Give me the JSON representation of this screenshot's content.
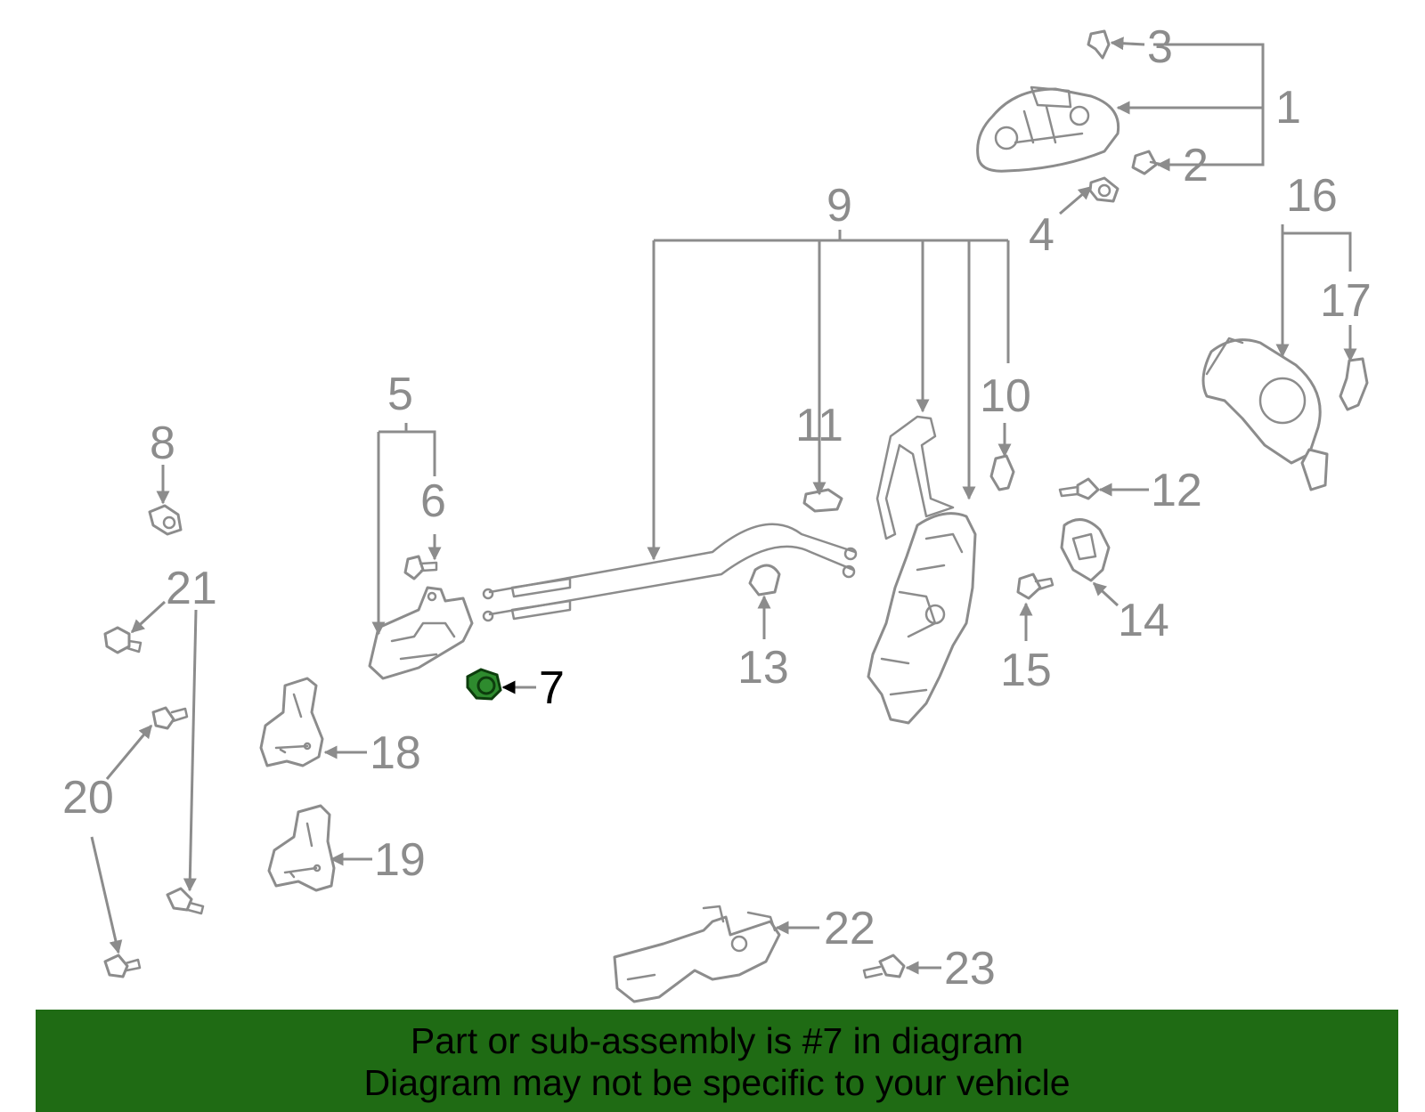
{
  "callouts": {
    "c1": "1",
    "c2": "2",
    "c3": "3",
    "c4": "4",
    "c5": "5",
    "c6": "6",
    "c7": "7",
    "c8": "8",
    "c9": "9",
    "c10": "10",
    "c11": "11",
    "c12": "12",
    "c13": "13",
    "c14": "14",
    "c15": "15",
    "c16": "16",
    "c17": "17",
    "c18": "18",
    "c19": "19",
    "c20": "20",
    "c21": "21",
    "c22": "22",
    "c23": "23"
  },
  "highlight": {
    "color": "#2e8b2e"
  },
  "banner": {
    "line1": "Part or sub-assembly is #7 in diagram",
    "line2": "Diagram may not be specific to your vehicle",
    "background": "#1f6b14"
  }
}
